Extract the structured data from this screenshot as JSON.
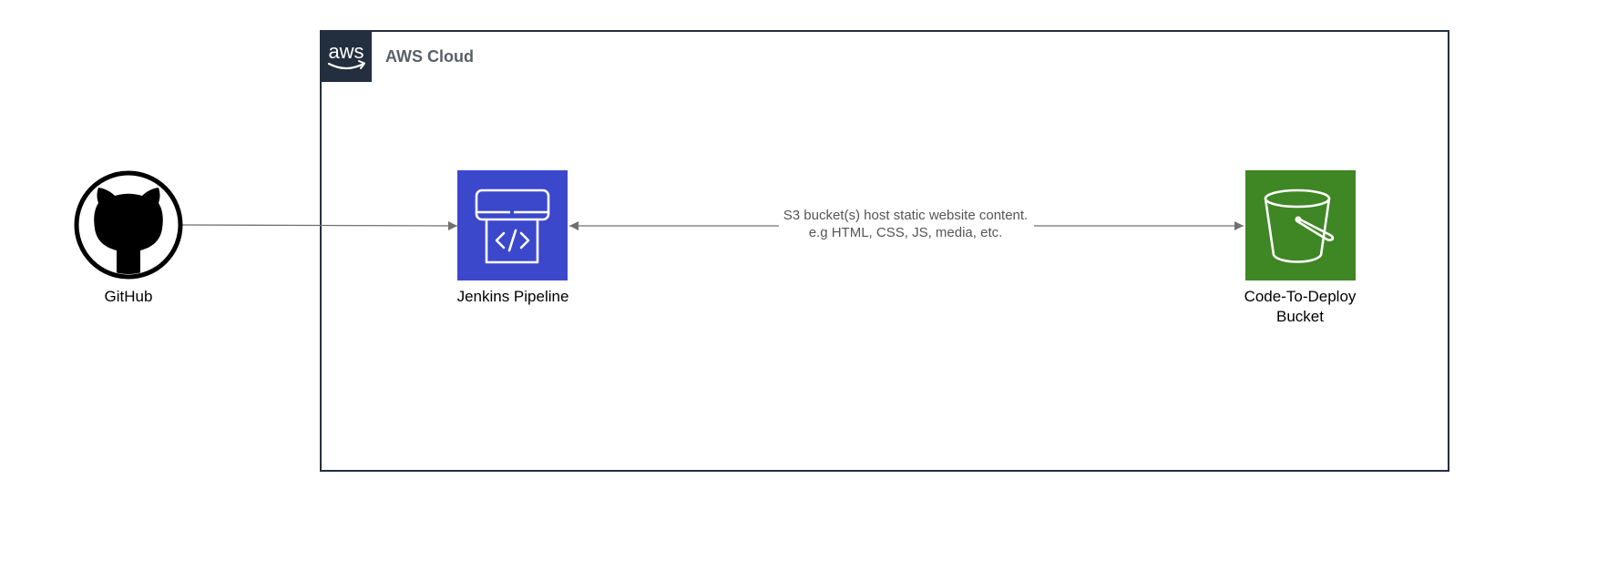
{
  "diagram": {
    "aws_group": {
      "label": "AWS Cloud",
      "logo_text": "aws",
      "logo_icon": "aws-logo-icon",
      "colors": {
        "border": "#232f3e",
        "logo_bg": "#232f3e",
        "label": "#5a6068"
      }
    },
    "nodes": {
      "github": {
        "label": "GitHub",
        "icon": "github-octocat-icon",
        "color": "#000000"
      },
      "jenkins": {
        "label": "Jenkins Pipeline",
        "icon": "code-pipeline-icon",
        "color": "#3b48cc"
      },
      "bucket": {
        "label_lines": [
          "Code-To-Deploy",
          "Bucket"
        ],
        "icon": "s3-bucket-icon",
        "color": "#3f8624"
      }
    },
    "edges": {
      "github_to_jenkins": {
        "label": ""
      },
      "jenkins_bucket": {
        "label_lines": [
          "S3 bucket(s) host static website content.",
          "e.g HTML, CSS, JS, media, etc."
        ]
      }
    },
    "edge_color": "#707070"
  }
}
